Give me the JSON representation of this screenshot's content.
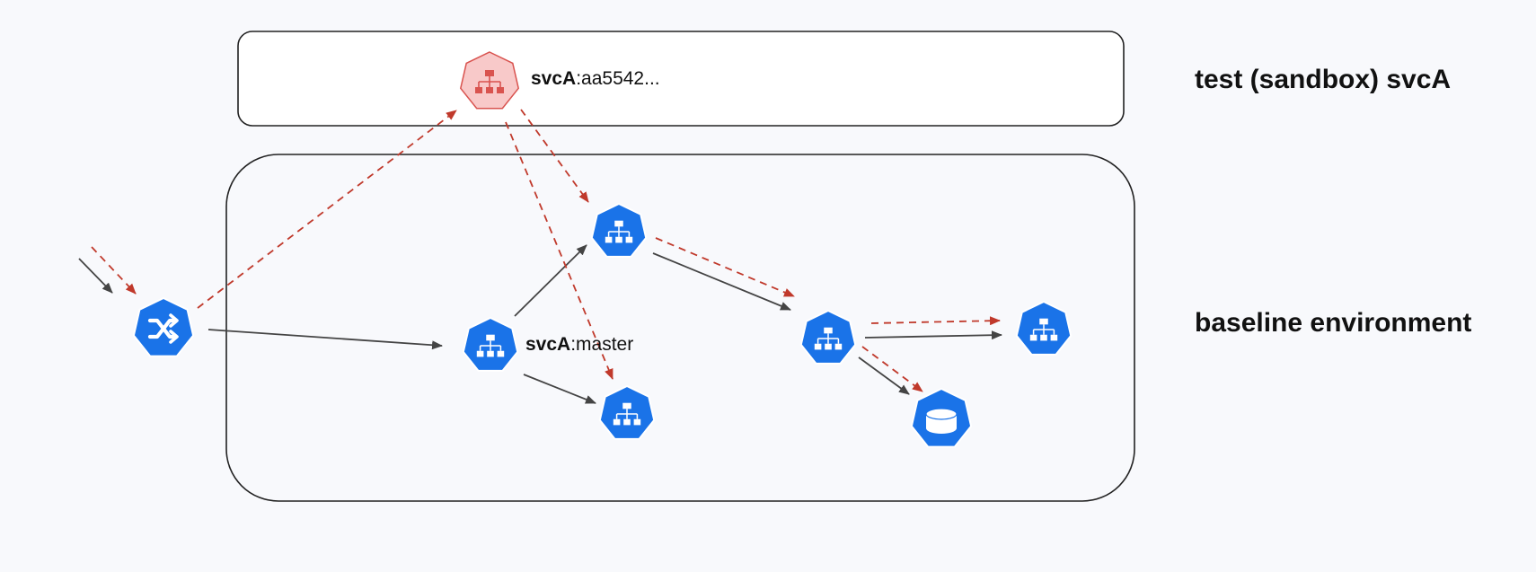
{
  "zones": {
    "sandbox_title": "test (sandbox) svcA",
    "baseline_title": "baseline environment"
  },
  "labels": {
    "sandbox_svc_name": "svcA",
    "sandbox_svc_version": ":aa5542...",
    "master_svc_name": "svcA",
    "master_svc_version": ":master"
  },
  "colors": {
    "k8s_blue": "#1a73e8",
    "sandbox_fill": "#f8c9c9",
    "sandbox_stroke": "#d9534f",
    "sandbox_route": "#c0392b",
    "baseline_route": "#444444",
    "box_stroke": "#222222"
  },
  "icons": {
    "router": "shuffle-icon",
    "service": "service-hierarchy-icon",
    "database": "database-icon"
  }
}
